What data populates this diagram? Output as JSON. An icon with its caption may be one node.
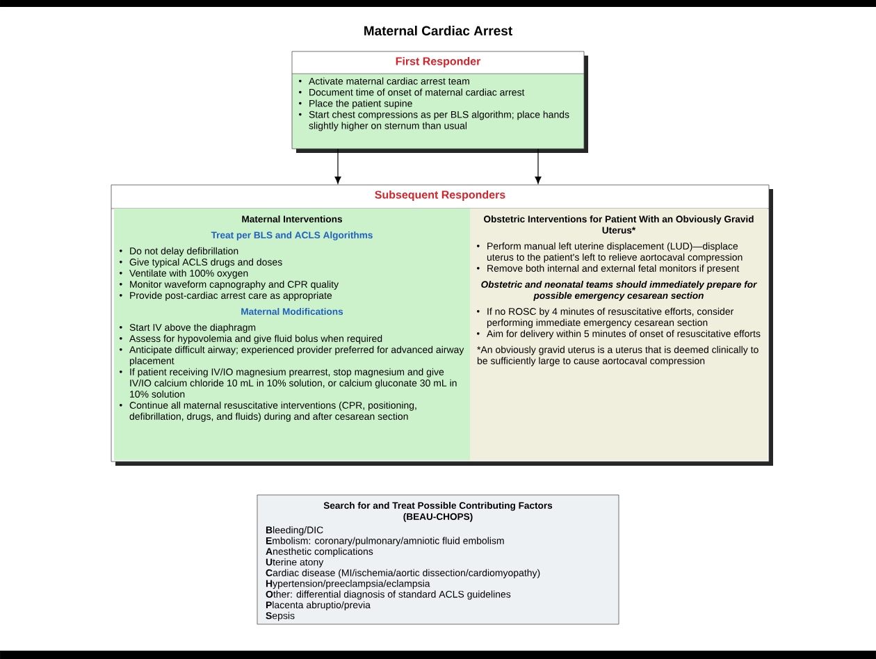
{
  "diagram": {
    "title": "Maternal Cardiac Arrest",
    "nodes": [
      {
        "text": [
          "First Responder",
          "Activate maternal cardiac arrest team",
          "Document time of onset of maternal cardiac arrest",
          "Place the patient supine",
          "Start chest compressions as per BLS algorithm; place hands slightly higher on sternum than usual"
        ]
      },
      {
        "text": [
          "Subsequent Responders"
        ]
      },
      {
        "text": [
          "Maternal Interventions",
          "Treat per BLS and ACLS Algorithms",
          "Do not delay defibrillation",
          "Give typical ACLS drugs and doses",
          "Ventilate with 100% oxygen",
          "Monitor waveform capnography and CPR quality",
          "Provide post-cardiac arrest care as appropriate",
          "Maternal Modifications",
          "Start IV above the diaphragm",
          "Assess for hypovolemia and give fluid bolus when required",
          "Anticipate difficult airway; experienced provider preferred for advanced airway placement",
          "If patient receiving IV/IO magnesium prearrest, stop magnesium and give IV/IO calcium chloride 10 mL in 10% solution, or calcium gluconate 30 mL in 10% solution",
          "Continue all maternal resuscitative interventions (CPR, positioning, defibrillation, drugs, and fluids) during and after cesarean section"
        ],
        "in": 1
      },
      {
        "text": [
          "Obstetric Interventions for Patient With an Obviously Gravid Uterus*",
          "Perform manual left uterine displacement (LUD)—displace uterus to the patient's left to relieve aortocaval compression",
          "Remove both internal and external fetal monitors if present",
          "Obstetric and neonatal teams should immediately prepare for possible emergency cesarean section",
          "If no ROSC by 4 minutes of resuscitative efforts, consider performing immediate emergency cesarean section",
          "Aim for delivery within 5 minutes of onset of resuscitative efforts",
          "*An obviously gravid uterus is a uterus that is deemed clinically to be sufficiently large to cause aortocaval compression"
        ],
        "in": 1
      },
      {
        "text": [
          "Search for and Treat Possible Contributing Factors",
          "(BEAU-CHOPS)",
          "**B**leeding/DIC",
          "**E**mbolism: coronary/pulmonary/amniotic fluid embolism",
          "**A**nesthetic complications",
          "**U**terine atony",
          "**C**ardiac disease (MI/ischemia/aortic dissection/cardiomyopathy)",
          "**H**ypertension/preeclampsia/eclampsia",
          "**O**ther: differential diagnosis of standard ACLS guidelines",
          "**P**lacenta abruptio/previa",
          "**S**epsis"
        ]
      }
    ],
    "edges": [
      {
        "from": 0,
        "to": 1,
        "arrow": "to"
      },
      {
        "from": 0,
        "to": 1,
        "arrow": "to"
      }
    ]
  }
}
